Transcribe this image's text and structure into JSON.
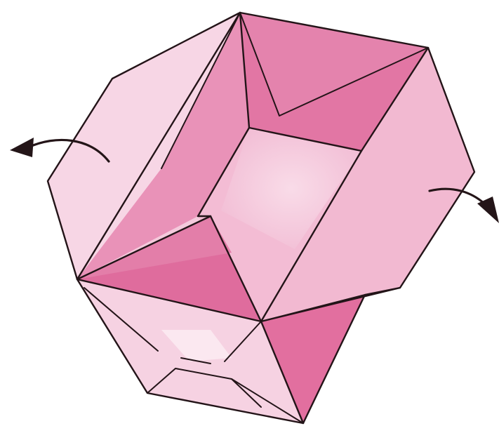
{
  "diagram": {
    "colors": {
      "background": "#ffffff",
      "outline": "#231418",
      "pale_pink": "#f5c8dd",
      "light_pink": "#ee9fc3",
      "mid_pink": "#e57aa8",
      "deep_pink": "#dd5d92",
      "blush": "#f9e1ec"
    },
    "rotation_arrows": [
      {
        "side": "left",
        "direction": "counter-clockwise"
      },
      {
        "side": "right",
        "direction": "clockwise"
      }
    ]
  }
}
